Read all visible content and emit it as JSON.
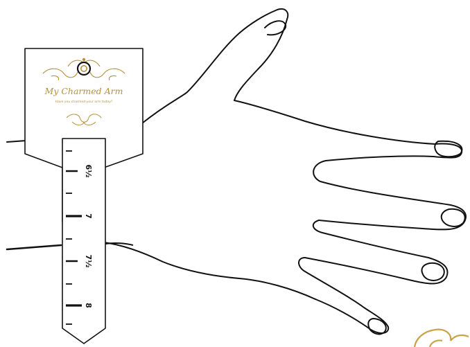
{
  "brand": {
    "name": "My Charmed Arm",
    "tagline": "Have you charmed your arm today?"
  },
  "ruler": {
    "labels": [
      "6½",
      "7",
      "7½",
      "8"
    ]
  },
  "colors": {
    "ink": "#111111",
    "gold": "#b8913a",
    "paper": "#ffffff"
  }
}
